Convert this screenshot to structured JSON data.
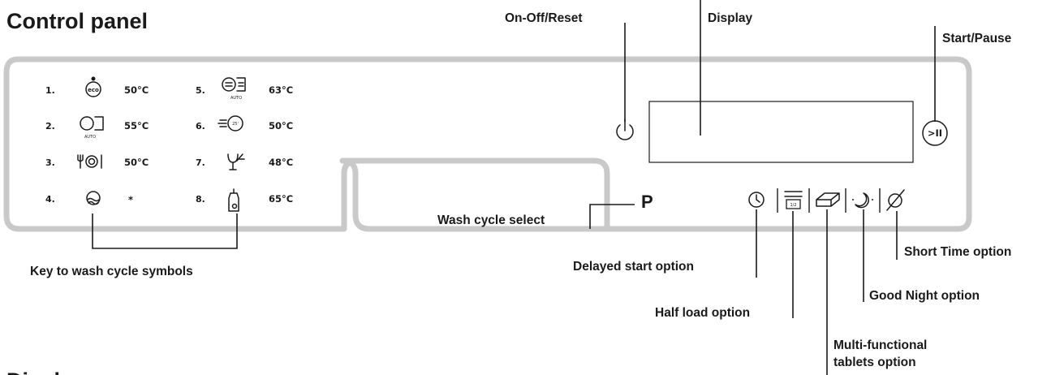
{
  "title": "Control panel",
  "next_section_title": "Display",
  "callouts": {
    "on_off": "On-Off/Reset",
    "display": "Display",
    "start_pause": "Start/Pause",
    "wash_cycle_select": "Wash cycle select",
    "key_symbols": "Key to wash cycle symbols",
    "delayed_start": "Delayed start option",
    "short_time": "Short Time option",
    "good_night": "Good Night option",
    "half_load": "Half load option",
    "multi_line1": "Multi-functional",
    "multi_line2": "tablets option"
  },
  "program_label": "P",
  "start_pause_symbol": ">II",
  "half_load_symbol": "1/2",
  "eco_symbol_text": "eco",
  "auto_text": "AUTO",
  "rapid_symbol_text": "25'",
  "cycles": [
    {
      "number": "1.",
      "temp": "50°C",
      "icon": "eco-pot-icon"
    },
    {
      "number": "2.",
      "temp": "55°C",
      "icon": "auto-pot-icon"
    },
    {
      "number": "3.",
      "temp": "50°C",
      "icon": "cutlery-plate-icon"
    },
    {
      "number": "4.",
      "temp": "*",
      "icon": "prewash-icon"
    },
    {
      "number": "5.",
      "temp": "63°C",
      "icon": "intensive-auto-icon"
    },
    {
      "number": "6.",
      "temp": "50°C",
      "icon": "rapid-25-icon"
    },
    {
      "number": "7.",
      "temp": "48°C",
      "icon": "glass-icon"
    },
    {
      "number": "8.",
      "temp": "65°C",
      "icon": "baby-bottle-icon"
    }
  ]
}
